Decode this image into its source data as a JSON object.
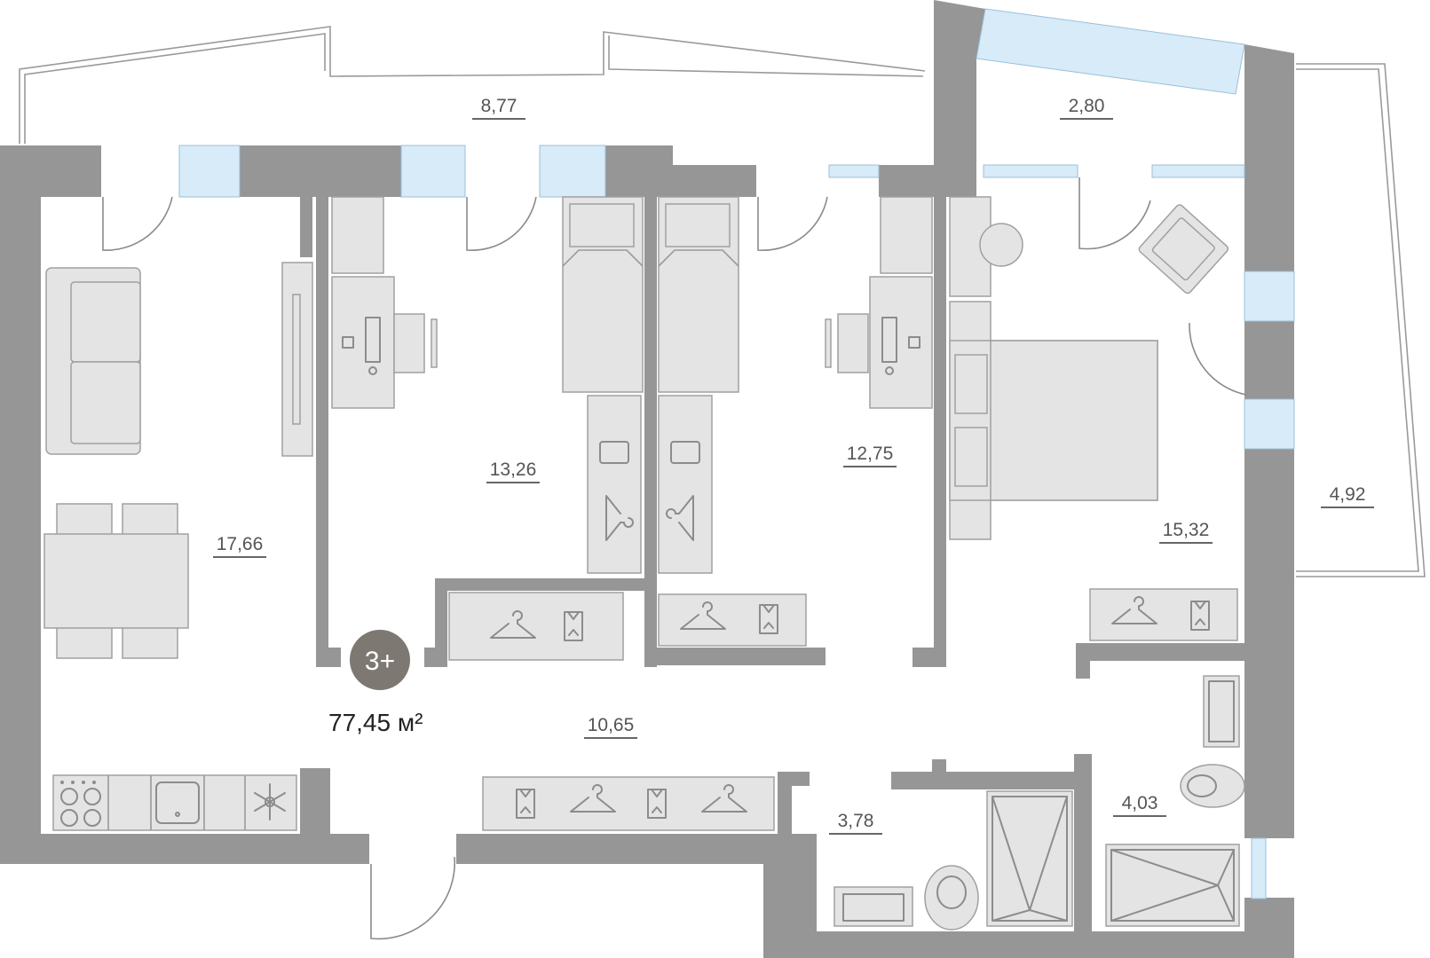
{
  "plan": {
    "badge": "3+",
    "total_area": "77,45 м²",
    "accent_color": "#7e7872",
    "wall_color": "#969696",
    "window_color": "#d7ebf8",
    "rooms": [
      {
        "id": "balcony-top",
        "area": "8,77"
      },
      {
        "id": "balcony-top-right",
        "area": "2,80"
      },
      {
        "id": "balcony-right",
        "area": "4,92"
      },
      {
        "id": "living-kitchen",
        "area": "17,66"
      },
      {
        "id": "bedroom-1",
        "area": "13,26"
      },
      {
        "id": "bedroom-2",
        "area": "12,75"
      },
      {
        "id": "master-bedroom",
        "area": "15,32"
      },
      {
        "id": "hallway",
        "area": "10,65"
      },
      {
        "id": "bathroom-1",
        "area": "3,78"
      },
      {
        "id": "bathroom-2",
        "area": "4,03"
      }
    ],
    "icons": [
      "hanger-icon",
      "folded-shirt-icon",
      "stove-icon",
      "sink-icon",
      "snowflake-icon",
      "toilet-icon",
      "shower-icon",
      "monitor-icon",
      "sofa-icon",
      "bed-icon",
      "armchair-icon"
    ]
  }
}
